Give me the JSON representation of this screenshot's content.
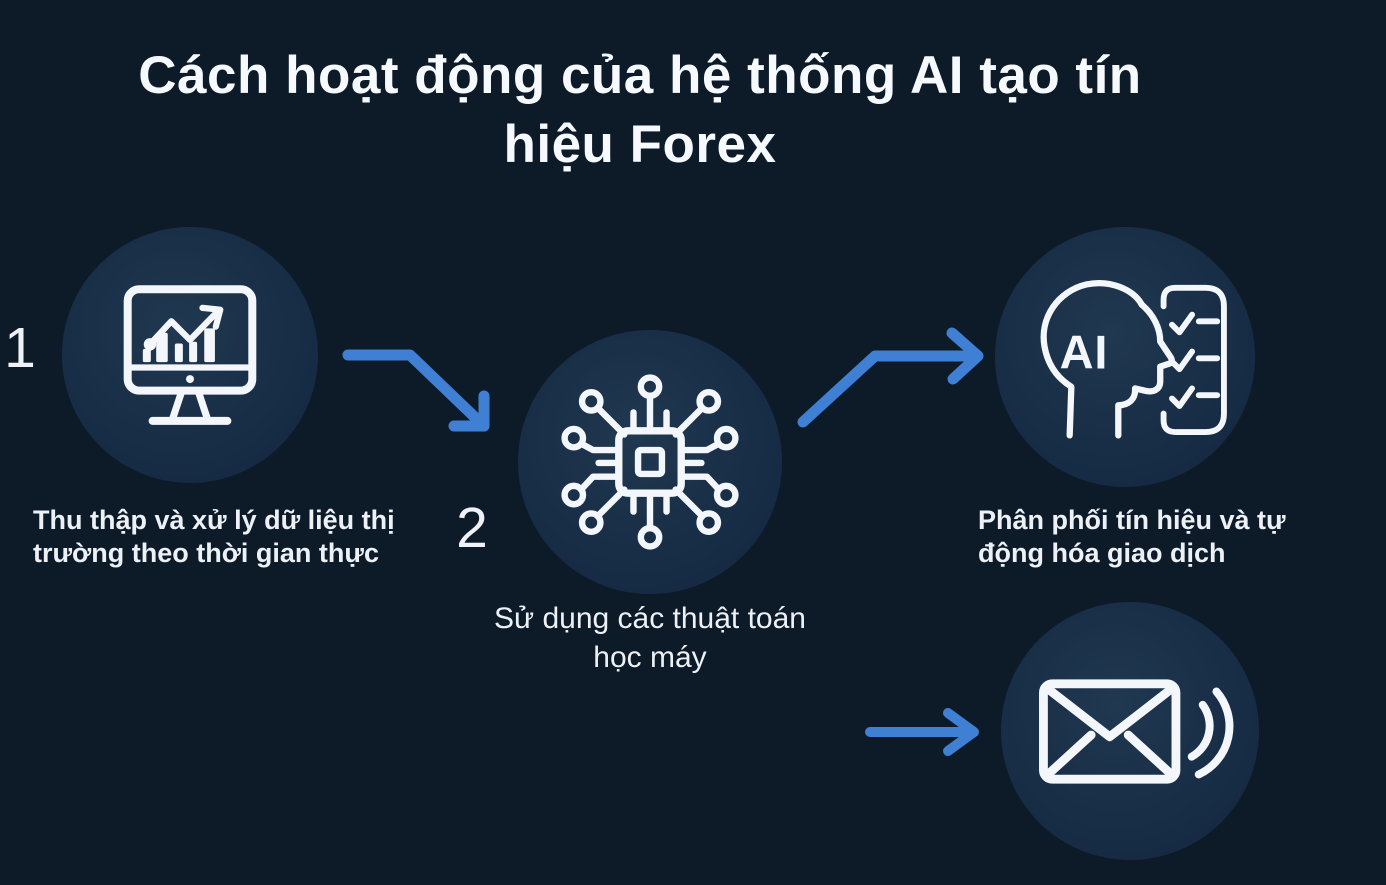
{
  "title": "Cách hoạt động của hệ thống AI tạo tín\nhiệu Forex",
  "colors": {
    "background": "#0d1b29",
    "circle_fill": "#182c45",
    "arrow_blue": "#3f7fd4",
    "icon_stroke": "#f3f6fa",
    "text": "#edf1f6"
  },
  "steps": [
    {
      "number": "1",
      "icon": "monitor-chart-icon",
      "caption": "Thu thập và xử lý dữ liệu thị\ntrường theo thời gian thực"
    },
    {
      "number": "2",
      "icon": "chip-circuit-icon",
      "caption": "Sử dụng các thuật toán\nhọc máy"
    },
    {
      "number": "",
      "icon": "ai-head-checklist-icon",
      "caption": "Phân phối tín hiệu và tự\nđộng hóa giao dịch"
    },
    {
      "number": "",
      "icon": "envelope-signal-icon",
      "caption": ""
    }
  ],
  "arrows": [
    {
      "name": "arrow-step1-to-step2",
      "direction": "down-right"
    },
    {
      "name": "arrow-step2-to-step3",
      "direction": "up-right"
    },
    {
      "name": "arrow-step3-to-step4",
      "direction": "right"
    }
  ]
}
